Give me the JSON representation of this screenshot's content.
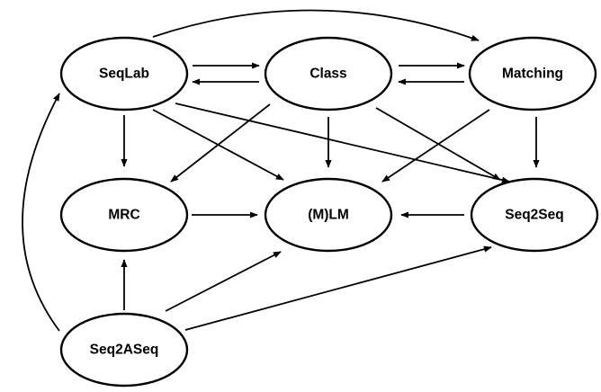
{
  "diagram": {
    "nodes": [
      {
        "id": "seqlab",
        "label": "SeqLab"
      },
      {
        "id": "class",
        "label": "Class"
      },
      {
        "id": "matching",
        "label": "Matching"
      },
      {
        "id": "mrc",
        "label": "MRC"
      },
      {
        "id": "mlm",
        "label": "(M)LM"
      },
      {
        "id": "seq2seq",
        "label": "Seq2Seq"
      },
      {
        "id": "seq2aseq",
        "label": "Seq2ASeq"
      }
    ],
    "edges": [
      {
        "from": "seqlab",
        "to": "class"
      },
      {
        "from": "class",
        "to": "seqlab"
      },
      {
        "from": "class",
        "to": "matching"
      },
      {
        "from": "matching",
        "to": "class"
      },
      {
        "from": "seqlab",
        "to": "matching"
      },
      {
        "from": "seqlab",
        "to": "mrc"
      },
      {
        "from": "seqlab",
        "to": "mlm"
      },
      {
        "from": "seqlab",
        "to": "seq2seq"
      },
      {
        "from": "class",
        "to": "mrc"
      },
      {
        "from": "class",
        "to": "mlm"
      },
      {
        "from": "class",
        "to": "seq2seq"
      },
      {
        "from": "matching",
        "to": "mlm"
      },
      {
        "from": "matching",
        "to": "seq2seq"
      },
      {
        "from": "mrc",
        "to": "mlm"
      },
      {
        "from": "seq2seq",
        "to": "mlm"
      },
      {
        "from": "seq2aseq",
        "to": "mrc"
      },
      {
        "from": "seq2aseq",
        "to": "mlm"
      },
      {
        "from": "seq2aseq",
        "to": "seq2seq"
      },
      {
        "from": "seq2aseq",
        "to": "seqlab"
      }
    ]
  }
}
